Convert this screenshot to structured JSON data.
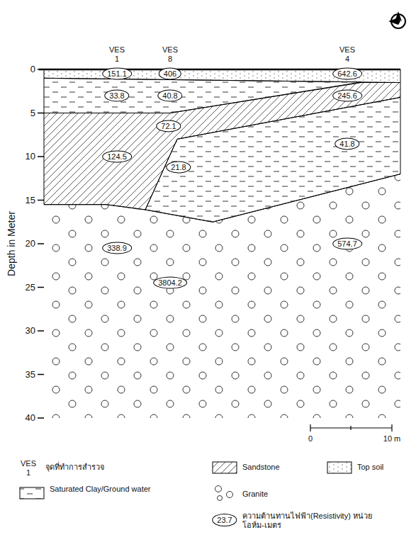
{
  "diagram": {
    "nodes": [
      {
        "text": [
          "151.1"
        ]
      },
      {
        "text": [
          "406"
        ]
      },
      {
        "text": [
          "642.6"
        ]
      },
      {
        "text": [
          "33.8"
        ]
      },
      {
        "text": [
          "40.8"
        ]
      },
      {
        "text": [
          "245.6"
        ]
      },
      {
        "text": [
          "72.1"
        ]
      },
      {
        "text": [
          "41.8"
        ]
      },
      {
        "text": [
          "124.5"
        ]
      },
      {
        "text": [
          "21.8"
        ]
      },
      {
        "text": [
          "338.9"
        ]
      },
      {
        "text": [
          "574.7"
        ]
      },
      {
        "text": [
          "3804.2"
        ]
      }
    ],
    "labels": [
      "VES 1",
      "VES 8",
      "VES 4",
      "0",
      "5",
      "10",
      "15",
      "20",
      "25",
      "30",
      "35",
      "40",
      "Depth in Meter",
      "0",
      "10 m",
      "VES 1",
      "23.7"
    ],
    "legend": [
      {
        "text": "จุดที่ทำการสำรวจ"
      },
      {
        "text": "Sandstone"
      },
      {
        "text": "Top soil"
      },
      {
        "text": "Saturated Clay/Ground water"
      },
      {
        "text": "Granite"
      },
      {
        "text": "ความต้านทานไฟฟ้า(Resistivity) หน่วย โอห์ม-เมตร"
      }
    ]
  }
}
